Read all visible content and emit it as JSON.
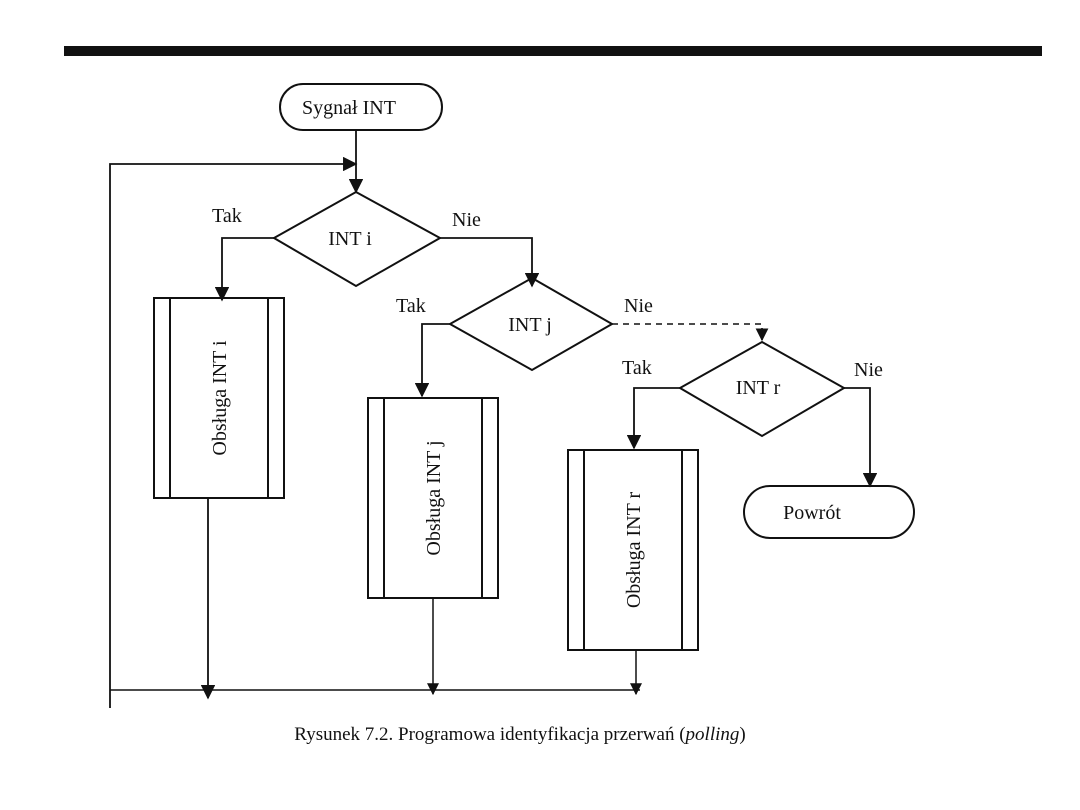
{
  "nodes": {
    "start": "Sygnał INT",
    "decision_i": "INT i",
    "decision_j": "INT j",
    "decision_r": "INT r",
    "handler_i": "Obsługa INT i",
    "handler_j": "Obsługa INT j",
    "handler_r": "Obsługa INT r",
    "end": "Powrót"
  },
  "edges": {
    "yes_i": "Tak",
    "no_i": "Nie",
    "yes_j": "Tak",
    "no_j": "Nie",
    "yes_r": "Tak",
    "no_r": "Nie"
  },
  "caption": {
    "text": "Rysunek 7.2. Programowa identyfikacja przerwań (",
    "emphasis": "polling",
    "close": ")"
  },
  "colors": {
    "line": "#111111",
    "background": "#ffffff"
  }
}
